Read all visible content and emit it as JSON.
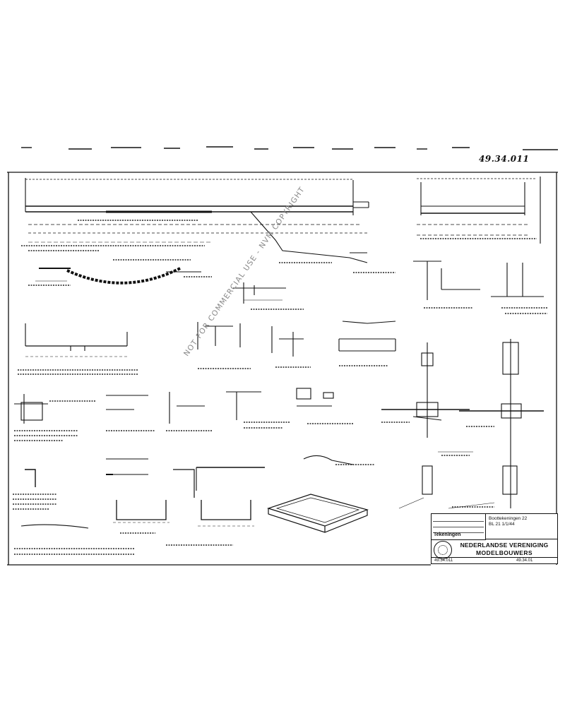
{
  "sheet": {
    "number": "49.34.011"
  },
  "watermark": {
    "text": "NOT FOR COMMERCIAL USE - NVM COPYRIGHT"
  },
  "title_block": {
    "subject_line1": "Boottekeningen 22",
    "subject_line2": "BL 21 1/1/44",
    "scale": "Tekeningen",
    "organisation_line1": "NEDERLANDSE VERENIGING",
    "organisation_line2": "MODELBOUWERS",
    "bottom_left": "49.34.011",
    "bottom_right": "49.34.01"
  }
}
